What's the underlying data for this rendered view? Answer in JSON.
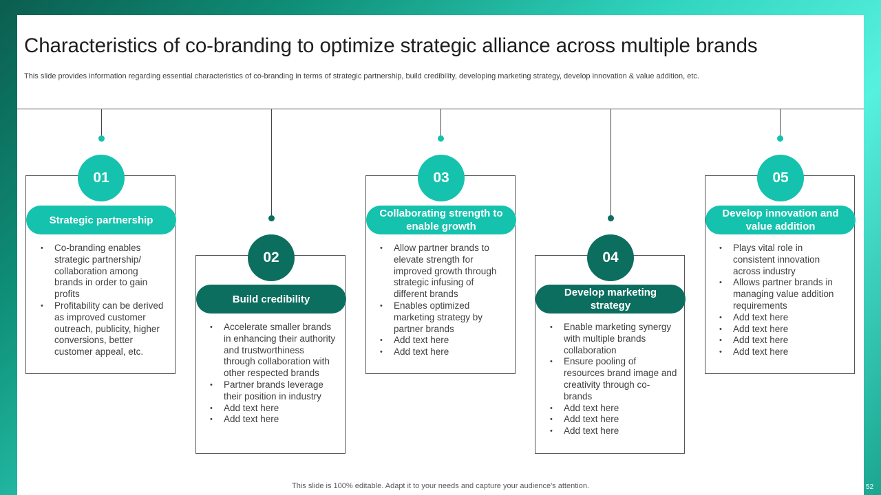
{
  "slide": {
    "title": "Characteristics of co-branding to optimize strategic alliance across multiple brands",
    "subtitle": "This slide provides information regarding essential characteristics of co-branding in terms of strategic partnership, build credibility, developing marketing strategy, develop innovation & value addition, etc."
  },
  "steps": [
    {
      "number": "01",
      "heading": "Strategic  partnership",
      "bullets": [
        "Co-branding enables strategic partnership/ collaboration among brands in order to gain profits",
        "Profitability can be derived as improved customer outreach, publicity, higher conversions, better customer appeal, etc."
      ]
    },
    {
      "number": "02",
      "heading": "Build credibility",
      "bullets": [
        "Accelerate smaller brands in enhancing their authority and trustworthiness through collaboration with other respected brands",
        "Partner brands leverage their position in industry",
        "Add text here",
        "Add text here"
      ]
    },
    {
      "number": "03",
      "heading": "Collaborating strength to enable growth",
      "bullets": [
        "Allow partner brands to elevate strength for improved growth through strategic infusing of different brands",
        "Enables optimized marketing strategy by partner brands",
        "Add text here",
        "Add text here"
      ]
    },
    {
      "number": "04",
      "heading": "Develop marketing strategy",
      "bullets": [
        "Enable marketing synergy with multiple brands collaboration",
        "Ensure pooling of resources brand image and creativity through co-brands",
        "Add text here",
        "Add text here",
        "Add text here"
      ]
    },
    {
      "number": "05",
      "heading": "Develop innovation and value addition",
      "bullets": [
        "Plays vital role in consistent innovation across industry",
        "Allows partner brands in managing value addition requirements",
        "Add text here",
        "Add text here",
        "Add text here",
        "Add text here"
      ]
    }
  ],
  "footer": {
    "note": "This slide is 100% editable. Adapt it to your needs and capture your audience's attention.",
    "page_number": "52"
  },
  "colors": {
    "accent_teal": "#14c2ad",
    "accent_dark": "#0b6e5f"
  }
}
